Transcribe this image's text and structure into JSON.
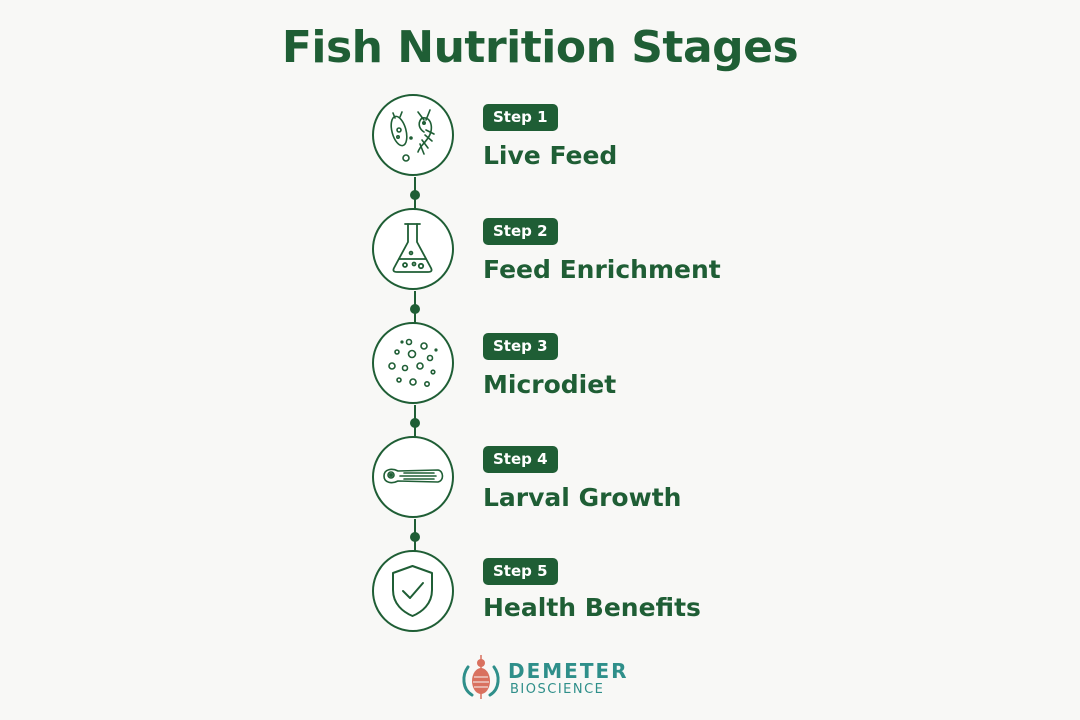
{
  "title": "Fish Nutrition Stages",
  "accent_color": "#1f5e35",
  "steps": [
    {
      "badge": "Step 1",
      "label": "Live Feed",
      "icon": "plankton-icon"
    },
    {
      "badge": "Step 2",
      "label": "Feed Enrichment",
      "icon": "flask-icon"
    },
    {
      "badge": "Step 3",
      "label": "Microdiet",
      "icon": "particles-icon"
    },
    {
      "badge": "Step 4",
      "label": "Larval Growth",
      "icon": "fish-larva-icon"
    },
    {
      "badge": "Step 5",
      "label": "Health Benefits",
      "icon": "shield-check-icon"
    }
  ],
  "logo": {
    "name": "DEMETER",
    "sub": "BIOSCIENCE",
    "color": "#2f8f8a",
    "mark_color": "#d9715f"
  }
}
